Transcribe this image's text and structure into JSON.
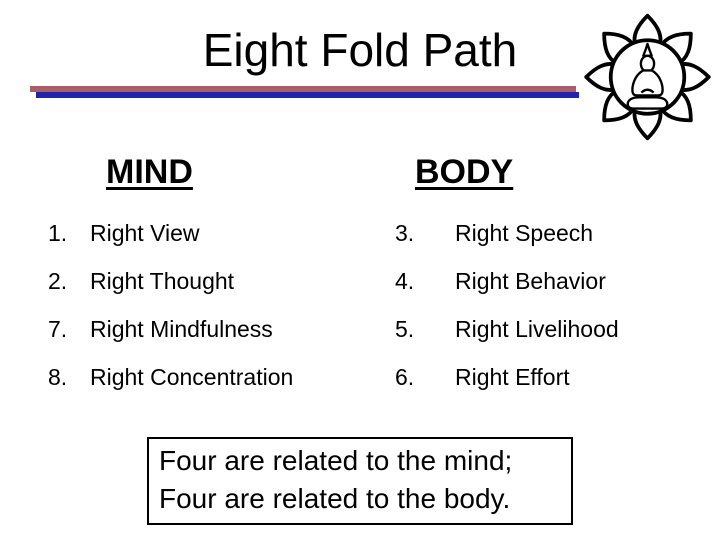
{
  "slide": {
    "title": "Eight Fold Path",
    "accent": {
      "red": "#a85f66",
      "blue": "#2222ac"
    }
  },
  "columns": {
    "mind": {
      "header": "MIND",
      "items": [
        {
          "num": "1.",
          "label": "Right View"
        },
        {
          "num": "2.",
          "label": "Right Thought"
        },
        {
          "num": "7.",
          "label": "Right Mindfulness"
        },
        {
          "num": "8.",
          "label": "Right Concentration"
        }
      ]
    },
    "body": {
      "header": "BODY",
      "items": [
        {
          "num": "3.",
          "label": "Right Speech"
        },
        {
          "num": "4.",
          "label": "Right Behavior"
        },
        {
          "num": "5.",
          "label": "Right Livelihood"
        },
        {
          "num": "6.",
          "label": "Right Effort"
        }
      ]
    }
  },
  "footer_box": {
    "line1": "Four are related to the mind;",
    "line2": "Four are related to the body."
  },
  "icon": {
    "name": "lotus-buddha-icon"
  }
}
